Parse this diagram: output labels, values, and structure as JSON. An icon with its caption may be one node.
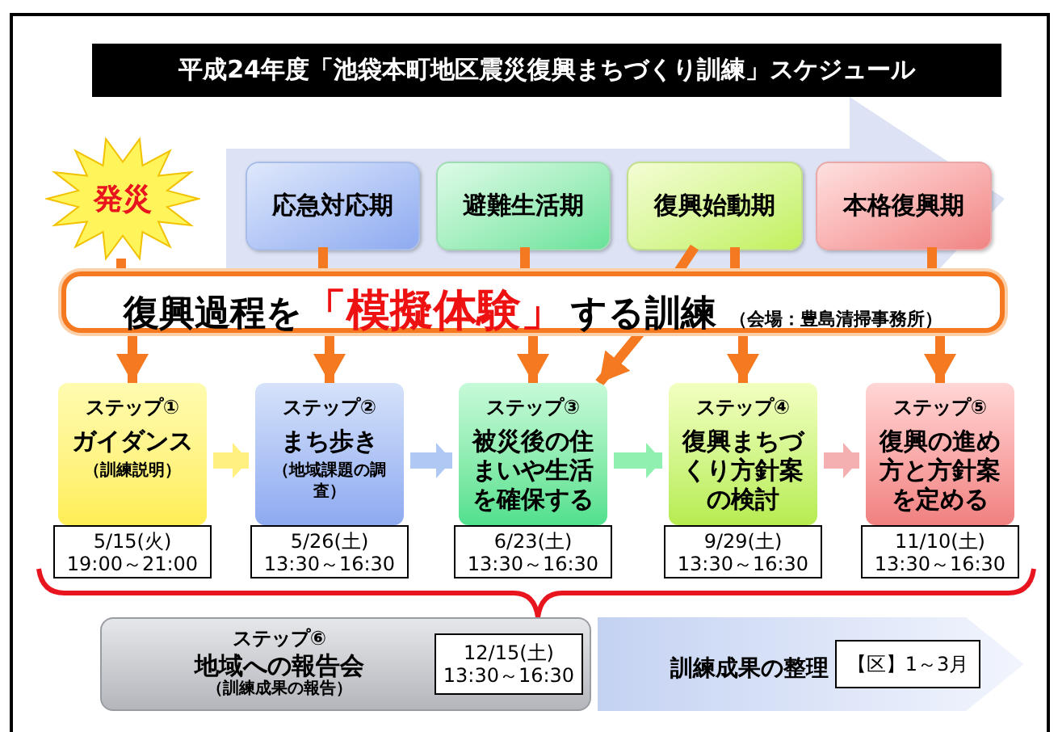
{
  "diagram": {
    "title": "平成24年度「池袋本町地区震災復興まちづくり訓練」スケジュール",
    "nodes": [
      {
        "text": [
          "発災"
        ]
      },
      {
        "text": [],
        "shape": "arrow"
      },
      {
        "text": [
          "応急対応期"
        ],
        "in": 1
      },
      {
        "text": [
          "避難生活期"
        ],
        "in": 1
      },
      {
        "text": [
          "復興始動期"
        ],
        "in": 1
      },
      {
        "text": [
          "本格復興期"
        ],
        "in": 1
      },
      {
        "text": [
          "復興過程を",
          "「模擬体験」",
          "する訓練",
          "（会場：豊島清掃事務所）"
        ]
      },
      {
        "text": [
          "ステップ①",
          "ガイダンス",
          "（訓練説明）"
        ]
      },
      {
        "text": [
          "5/15(火) 19:00～21:00"
        ]
      },
      {
        "text": [
          "ステップ②",
          "まち歩き",
          "（地域課題の調査）"
        ]
      },
      {
        "text": [
          "5/26(土) 13:30～16:30"
        ]
      },
      {
        "text": [
          "ステップ③",
          "被災後の住まいや生活を確保する"
        ]
      },
      {
        "text": [
          "6/23(土) 13:30～16:30"
        ]
      },
      {
        "text": [
          "ステップ④",
          "復興まちづくり方針案の検討"
        ]
      },
      {
        "text": [
          "9/29(土) 13:30～16:30"
        ]
      },
      {
        "text": [
          "ステップ⑤",
          "復興の進め方と方針案を定める"
        ]
      },
      {
        "text": [
          "11/10(土) 13:30～16:30"
        ]
      },
      {
        "text": [
          "ステップ⑥",
          "地域への報告会",
          "（訓練成果の報告）"
        ]
      },
      {
        "text": [
          "12/15(土) 13:30～16:30"
        ],
        "in": 17
      },
      {
        "text": [
          "訓練成果の整理"
        ]
      },
      {
        "text": [
          "【区】1～3月"
        ],
        "in": 19
      }
    ],
    "edges": [
      {
        "from": 0,
        "to": 6,
        "arrow": "none"
      },
      {
        "from": 2,
        "to": 6,
        "arrow": "none"
      },
      {
        "from": 3,
        "to": 6,
        "arrow": "none"
      },
      {
        "from": 6,
        "to": 11,
        "arrow": "to"
      },
      {
        "from": 4,
        "to": 6,
        "arrow": "none"
      },
      {
        "from": 4,
        "to": 6,
        "arrow": "none"
      },
      {
        "from": 5,
        "to": 6,
        "arrow": "none"
      },
      {
        "from": 6,
        "to": 7,
        "arrow": "to"
      },
      {
        "from": 6,
        "to": 9,
        "arrow": "to"
      },
      {
        "from": 6,
        "to": 11,
        "arrow": "to"
      },
      {
        "from": 6,
        "to": 13,
        "arrow": "to"
      },
      {
        "from": 6,
        "to": 15,
        "arrow": "to"
      },
      {
        "from": 7,
        "to": 9,
        "arrow": "to",
        "color": "#fff080"
      },
      {
        "from": 9,
        "to": 11,
        "arrow": "to",
        "color": "#b0c8f4"
      },
      {
        "from": 11,
        "to": 13,
        "arrow": "to",
        "color": "#90f0b0"
      },
      {
        "from": 13,
        "to": 15,
        "arrow": "to",
        "color": "#f4b0b0"
      }
    ]
  }
}
